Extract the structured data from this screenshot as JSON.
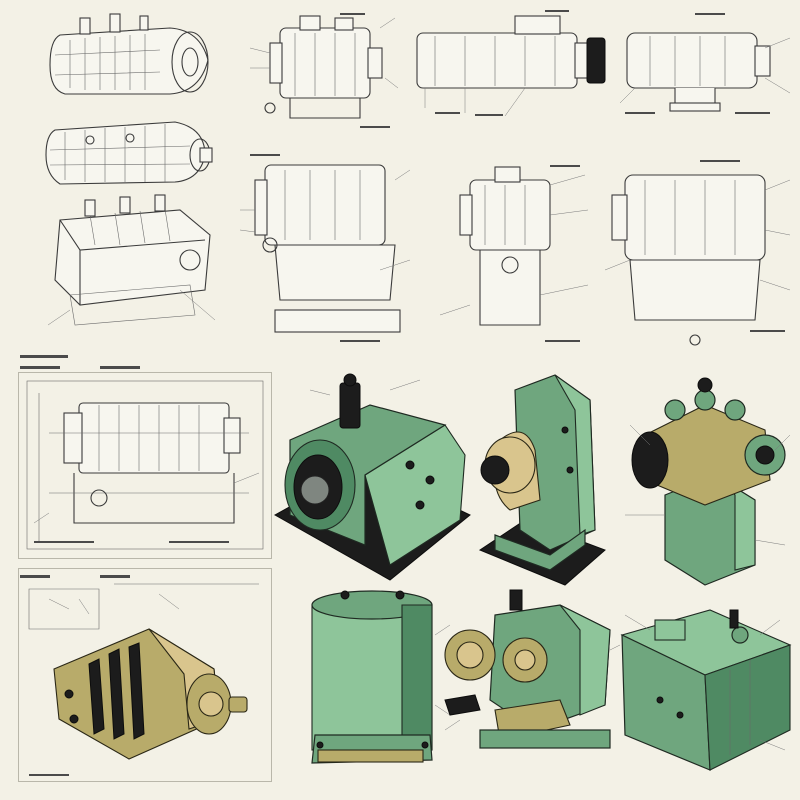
{
  "sheet": {
    "colors": {
      "paper": "#f3f1e6",
      "ink": "#3b3b3b",
      "green": "#6fa67e",
      "green_light": "#8ec59a",
      "olive": "#b8ab6a",
      "black": "#1c1c1c"
    },
    "views": [
      {
        "name": "line-isometric-top",
        "style": "line-drawing"
      },
      {
        "name": "line-isometric-middle",
        "style": "line-drawing"
      },
      {
        "name": "line-isometric-bottom",
        "style": "line-drawing"
      },
      {
        "name": "line-side-view-1",
        "style": "line-drawing"
      },
      {
        "name": "line-side-view-2",
        "style": "line-drawing"
      },
      {
        "name": "line-side-view-3",
        "style": "line-drawing"
      },
      {
        "name": "line-front-view-1",
        "style": "line-drawing"
      },
      {
        "name": "line-front-view-2",
        "style": "line-drawing"
      },
      {
        "name": "line-front-view-3",
        "style": "line-drawing"
      },
      {
        "name": "framed-schematic-panel",
        "style": "line-drawing"
      },
      {
        "name": "green-motor-isometric",
        "style": "color-render"
      },
      {
        "name": "green-bracket-isometric",
        "style": "color-render"
      },
      {
        "name": "green-assembly-isometric",
        "style": "color-render"
      },
      {
        "name": "framed-olive-motor-panel",
        "style": "color-render"
      },
      {
        "name": "green-cylinder-motor",
        "style": "color-render"
      },
      {
        "name": "green-gear-assembly",
        "style": "color-render"
      },
      {
        "name": "green-box-housing",
        "style": "color-render"
      }
    ]
  }
}
